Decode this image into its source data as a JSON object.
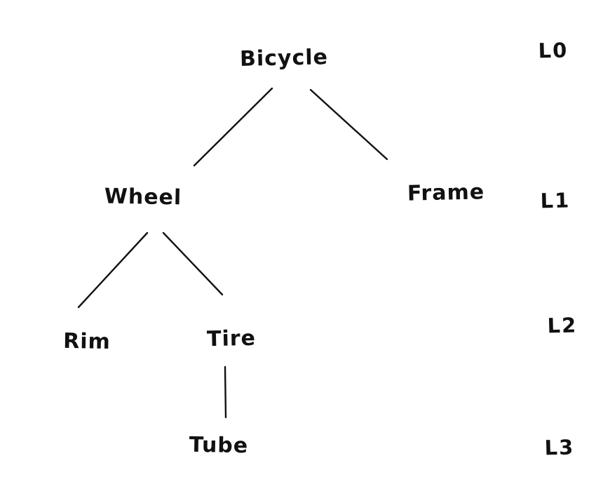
{
  "colors": {
    "ink": "#111111",
    "background": "#ffffff"
  },
  "tree": {
    "nodes": [
      {
        "id": "bicycle",
        "label": "Bicycle",
        "level": 0
      },
      {
        "id": "wheel",
        "label": "Wheel",
        "level": 1
      },
      {
        "id": "frame",
        "label": "Frame",
        "level": 1
      },
      {
        "id": "rim",
        "label": "Rim",
        "level": 2
      },
      {
        "id": "tire",
        "label": "Tire",
        "level": 2
      },
      {
        "id": "tube",
        "label": "Tube",
        "level": 3
      }
    ],
    "edges": [
      {
        "from": "Bicycle",
        "to": "Wheel"
      },
      {
        "from": "Bicycle",
        "to": "Frame"
      },
      {
        "from": "Wheel",
        "to": "Rim"
      },
      {
        "from": "Wheel",
        "to": "Tire"
      },
      {
        "from": "Tire",
        "to": "Tube"
      }
    ]
  },
  "level_labels": [
    {
      "label": "L0"
    },
    {
      "label": "L1"
    },
    {
      "label": "L2"
    },
    {
      "label": "L3"
    }
  ]
}
